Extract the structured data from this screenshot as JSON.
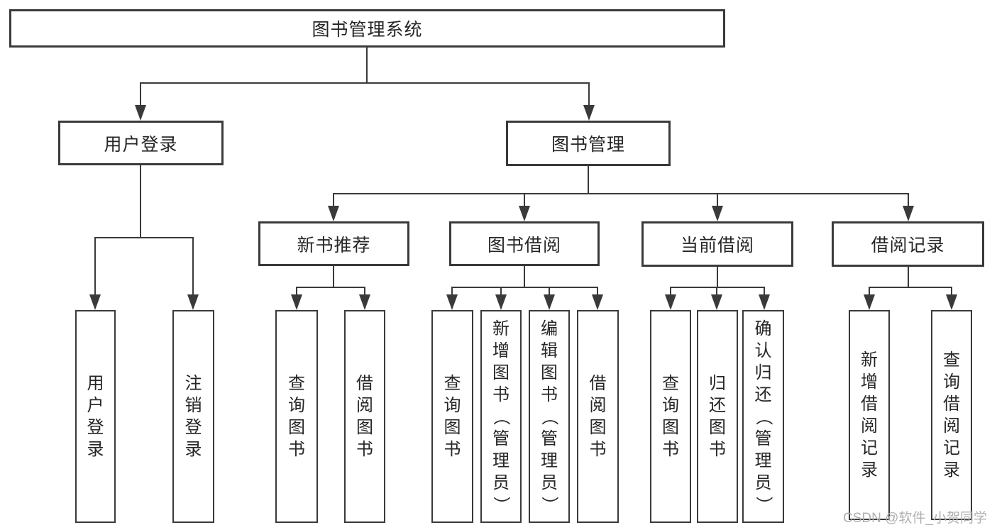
{
  "diagram_type": "hierarchy-tree",
  "title": "图书管理系统",
  "watermark": "CSDN @软件_小贺同学",
  "colors": {
    "line": "#3a3a3a",
    "text": "#262626",
    "watermark": "#b0b0b0",
    "bg": "#ffffff"
  },
  "tree": {
    "label": "图书管理系统",
    "children": [
      {
        "label": "用户登录",
        "children": [
          {
            "label": "用户登录"
          },
          {
            "label": "注销登录"
          }
        ]
      },
      {
        "label": "图书管理",
        "children": [
          {
            "label": "新书推荐",
            "children": [
              {
                "label": "查询图书"
              },
              {
                "label": "借阅图书"
              }
            ]
          },
          {
            "label": "图书借阅",
            "children": [
              {
                "label": "查询图书"
              },
              {
                "label": "新增图书（管理员）"
              },
              {
                "label": "编辑图书（管理员）"
              },
              {
                "label": "借阅图书"
              }
            ]
          },
          {
            "label": "当前借阅",
            "children": [
              {
                "label": "查询图书"
              },
              {
                "label": "归还图书"
              },
              {
                "label": "确认归还（管理员）"
              }
            ]
          },
          {
            "label": "借阅记录",
            "children": [
              {
                "label": "新增借阅记录"
              },
              {
                "label": "查询借阅记录"
              }
            ]
          }
        ]
      }
    ]
  }
}
